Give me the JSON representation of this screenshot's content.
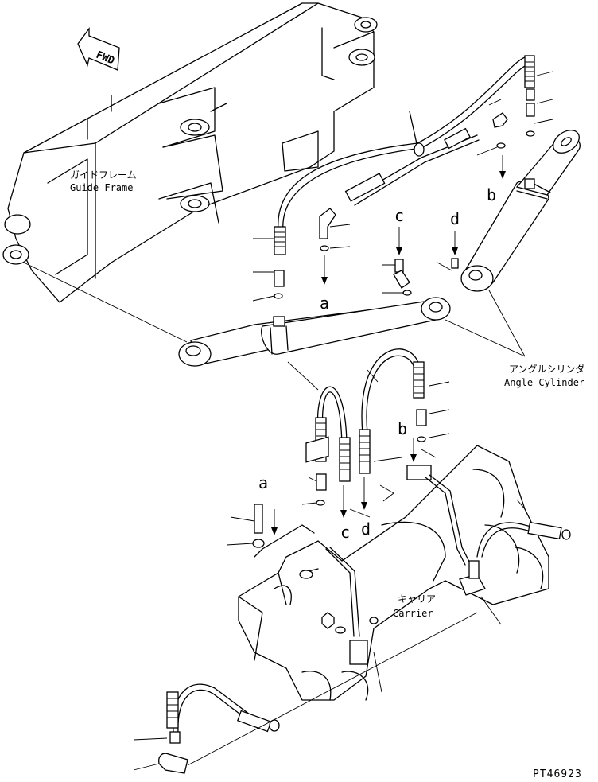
{
  "fwd_label": "FWD",
  "labels": {
    "guide_frame_jp": "ガイドフレーム",
    "guide_frame_en": "Guide Frame",
    "angle_cylinder_jp": "アングルシリンダ",
    "angle_cylinder_en": "Angle Cylinder",
    "carrier_jp": "キャリア",
    "carrier_en": "Carrier"
  },
  "callouts": {
    "a_top": "a",
    "b_top": "b",
    "c_top": "c",
    "d_top": "d",
    "a_bottom": "a",
    "b_bottom": "b",
    "c_bottom": "c",
    "d_bottom": "d"
  },
  "drawing_code": "PT46923"
}
